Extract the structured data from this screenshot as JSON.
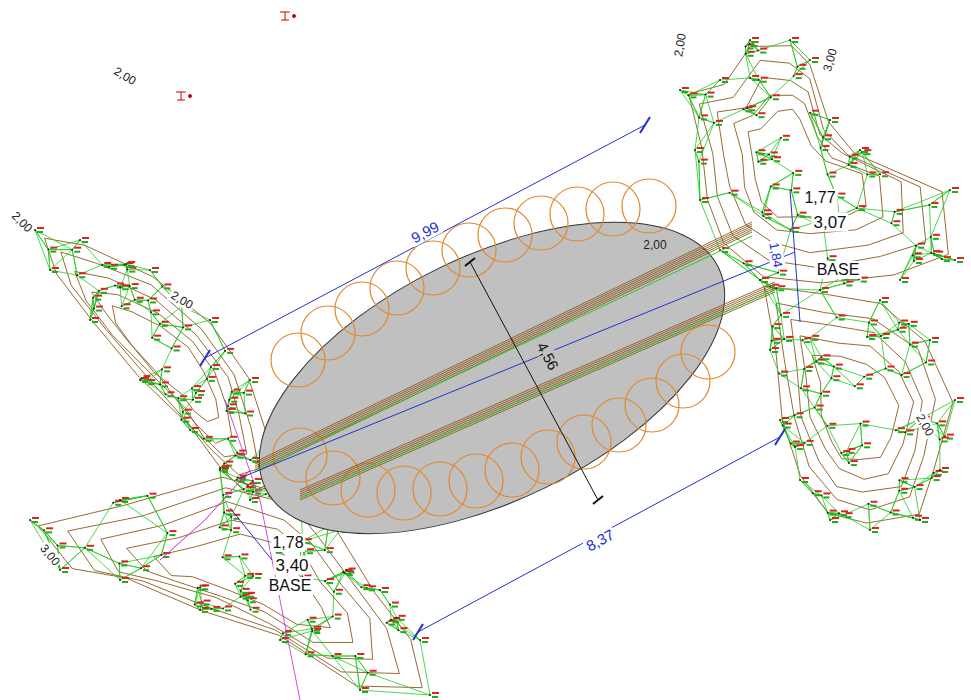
{
  "diagram": {
    "labels": [
      "9,99",
      "8,37",
      "4,56",
      "2,00",
      "2,00",
      "2,00",
      "2,00",
      "2,00",
      "2,00",
      "3,00",
      "3,00",
      "1,77",
      "3,07",
      "BASE",
      "1,78",
      "3,40",
      "BASE",
      "1,84"
    ]
  }
}
